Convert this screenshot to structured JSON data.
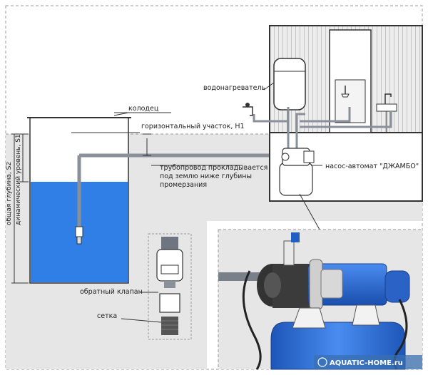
{
  "labels": {
    "well": "колодец",
    "water_heater": "водонагреватель",
    "horizontal_section": "горизонтальный участок, H1",
    "pipeline_line1": "трубопровод прокладывается",
    "pipeline_line2": "под землю ниже глубины",
    "pipeline_line3": "промерзания",
    "pump_station": "насос-автомат \"ДЖАМБО\"",
    "total_depth": "общая глубина, S2",
    "dynamic_level": "динамический уровень, S1",
    "check_valve": "обратный клапан",
    "strainer": "сетка"
  },
  "watermark": "AQUATIC-HOME.ru",
  "colors": {
    "water": "#2f7fe6",
    "pipe": "#8a9099",
    "ground": "#e3e3e3",
    "outline": "#333333",
    "pump_blue": "#1f5fc2"
  }
}
